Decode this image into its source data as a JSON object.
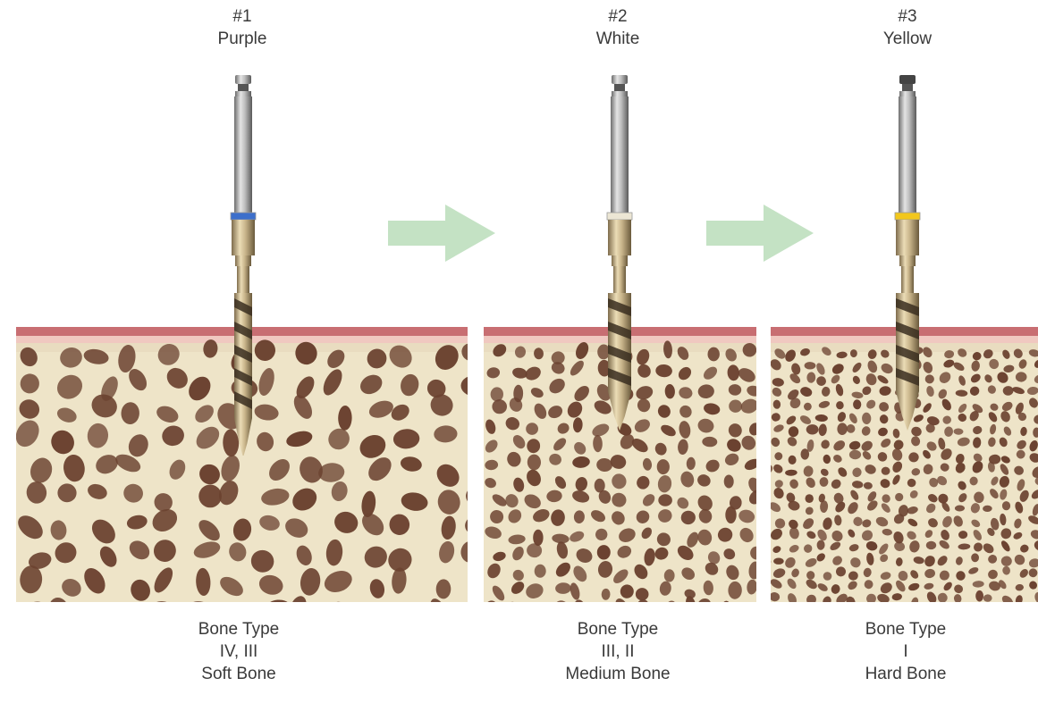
{
  "drills": [
    {
      "number": "#1",
      "color_name": "Purple",
      "ring_color": "#3d6fcb",
      "bone_type_label": "Bone Type",
      "bone_class": "IV, III",
      "density": "Soft Bone"
    },
    {
      "number": "#2",
      "color_name": "White",
      "ring_color": "#ece6d4",
      "bone_type_label": "Bone Type",
      "bone_class": "III, II",
      "density": "Medium Bone"
    },
    {
      "number": "#3",
      "color_name": "Yellow",
      "ring_color": "#f2c71c",
      "bone_type_label": "Bone Type",
      "bone_class": "I",
      "density": "Hard Bone"
    }
  ],
  "colors": {
    "arrow": "#c4e2c4",
    "gum": "#c86e72",
    "gum_light": "#f0c8c0",
    "bone_bg": "#eee4c8",
    "pore": "#6b4230"
  }
}
